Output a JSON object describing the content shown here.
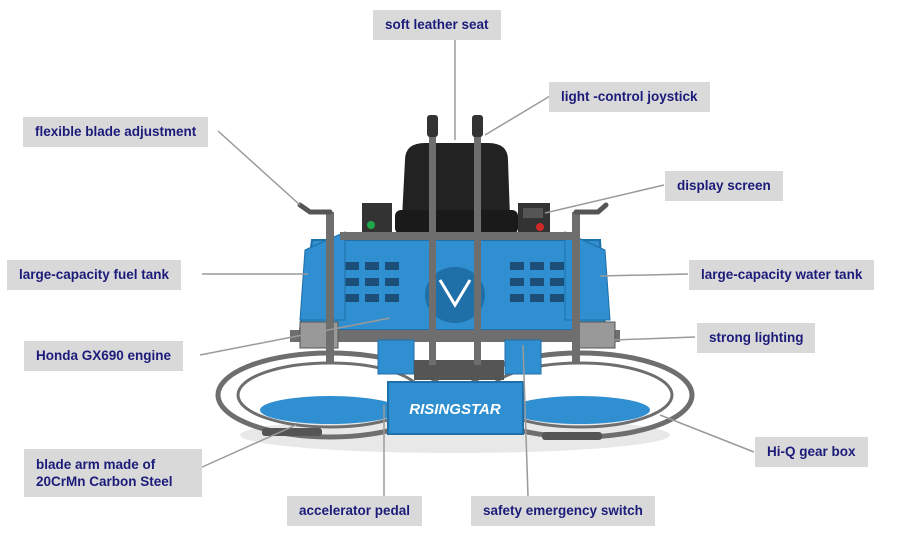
{
  "colors": {
    "label_bg": "#d9d9d9",
    "label_text": "#1b1b7a",
    "leader": "#9a9a9a",
    "machine_blue": "#2f8fd0",
    "frame_gray": "#6e6e6e",
    "seat_black": "#222222"
  },
  "brand": {
    "logo_text": "RISINGSTAR"
  },
  "labels": {
    "seat": "soft leather seat",
    "joystick": "light -control joystick",
    "blade_adjust": "flexible blade adjustment",
    "display": "display screen",
    "fuel_tank": "large-capacity fuel tank",
    "water_tank": "large-capacity water tank",
    "lighting": "strong lighting",
    "engine": "Honda GX690 engine",
    "blade_arm": "blade arm made of 20CrMn Carbon Steel",
    "gear_box": "Hi-Q gear box",
    "pedal": "accelerator pedal",
    "safety_switch": "safety emergency switch"
  }
}
